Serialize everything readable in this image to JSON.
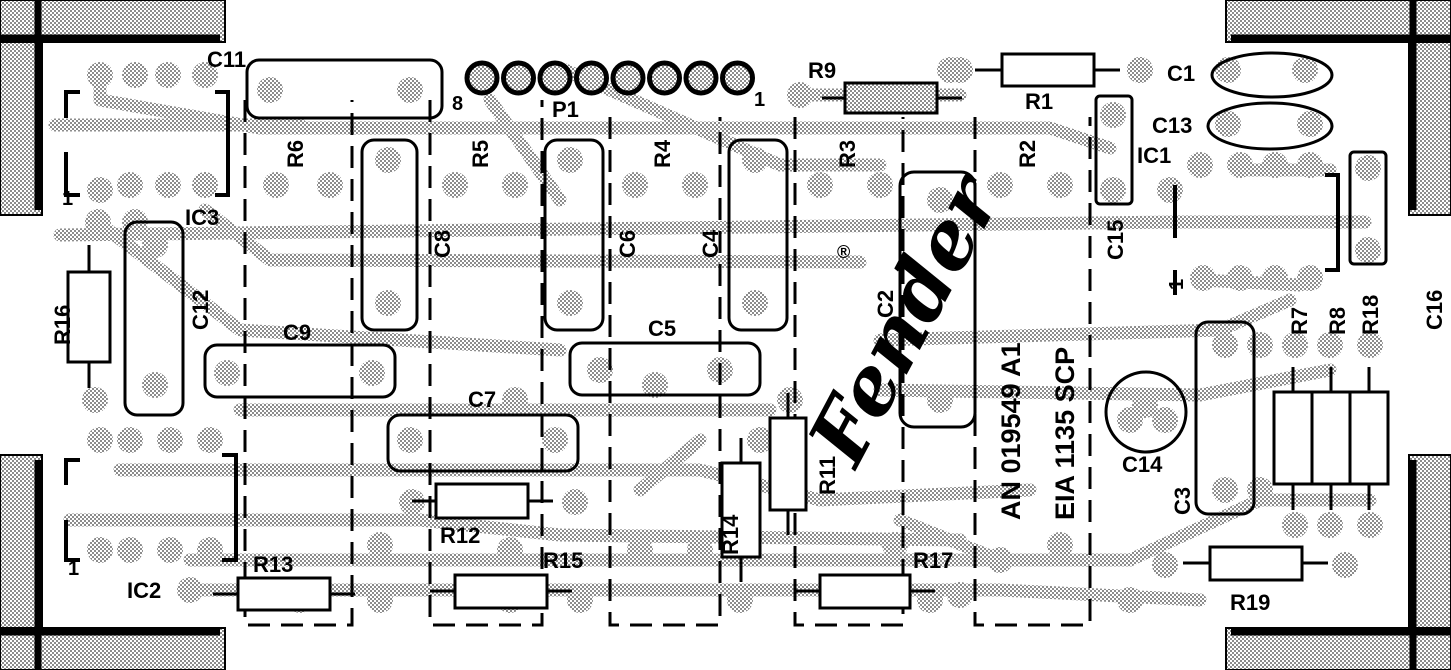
{
  "colors": {
    "ink": "#000000",
    "copper": "#9a9a9a",
    "paper": "#ffffff"
  },
  "board_text": {
    "line1": "AN 019549 A1",
    "line2": "EIA 1135 SCP"
  },
  "logo_text": "Fender",
  "registered_mark": "®",
  "pin_marks": {
    "p1_left": "8",
    "p1_right": "1",
    "ic3_pin": "1",
    "ic2_pin": "1",
    "ic1_pin": "1"
  },
  "ic_labels": {
    "ic1": "IC1",
    "ic2": "IC2",
    "ic3": "IC3"
  },
  "capacitors": {
    "c1": "C1",
    "c2": "C2",
    "c3": "C3",
    "c4": "C4",
    "c5": "C5",
    "c6": "C6",
    "c7": "C7",
    "c8": "C8",
    "c9": "C9",
    "c11": "C11",
    "c12": "C12",
    "c13": "C13",
    "c14": "C14",
    "c15": "C15",
    "c16": "C16"
  },
  "resistors": {
    "r1": "R1",
    "r2": "R2",
    "r3": "R3",
    "r4": "R4",
    "r5": "R5",
    "r6": "R6",
    "r7": "R7",
    "r8": "R8",
    "r9": "R9",
    "r11": "R11",
    "r12": "R12",
    "r13": "R13",
    "r14": "R14",
    "r15": "R15",
    "r16": "R16",
    "r17": "R17",
    "r18": "R18",
    "r19": "R19"
  },
  "connector": "P1"
}
